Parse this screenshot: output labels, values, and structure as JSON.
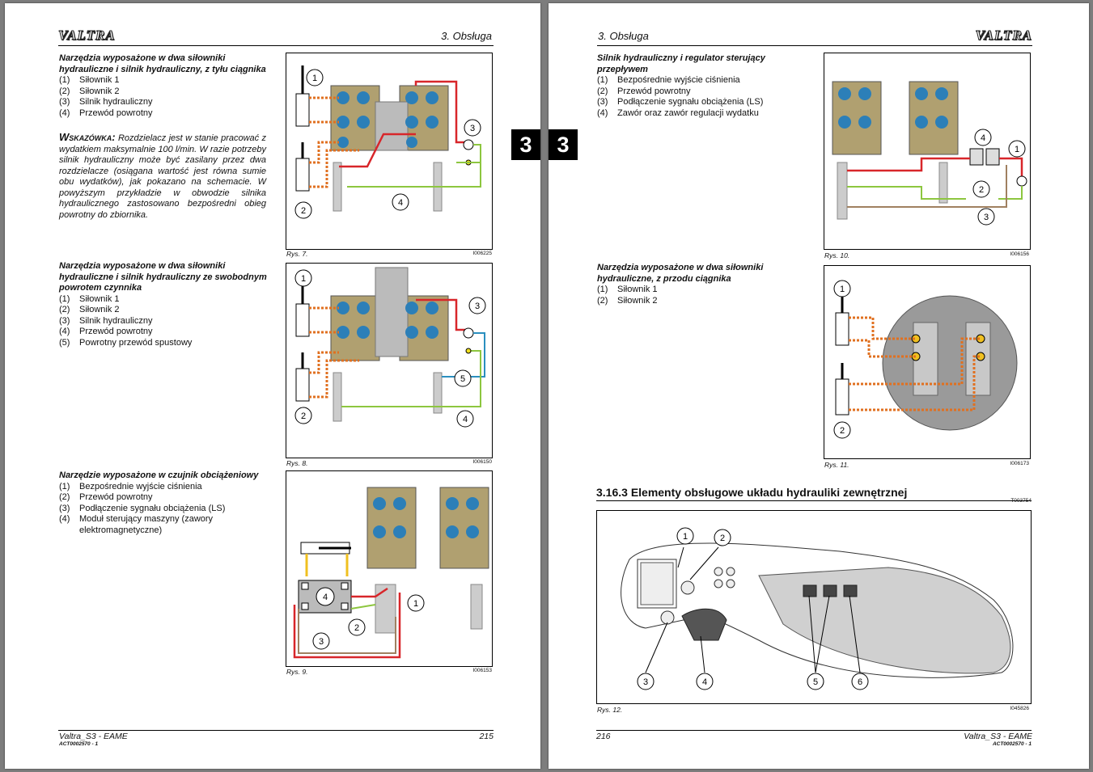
{
  "left": {
    "brand": "VALTRA",
    "chapter": "3. Obsługa",
    "tab": "3",
    "s1": {
      "title": "Narzędzia wyposażone w dwa siłowniki hydrauliczne i silnik hydrauliczny, z tyłu ciągnika",
      "items": [
        {
          "n": "(1)",
          "t": "Siłownik 1"
        },
        {
          "n": "(2)",
          "t": "Siłownik 2"
        },
        {
          "n": "(3)",
          "t": "Silnik hydrauliczny"
        },
        {
          "n": "(4)",
          "t": "Przewód powrotny"
        }
      ]
    },
    "note": {
      "label": "Wskazówka:",
      "text": "Rozdzielacz jest w stanie pracować z wydatkiem maksymalnie 100 l/min. W razie potrzeby silnik hydrauliczny może być zasilany przez dwa rozdzielacze (osiągana wartość jest równa sumie obu wydatków), jak pokazano na schemacie. W powyższym przykładzie w obwodzie silnika hydraulicznego zastosowano bezpośredni obieg powrotny do zbiornika."
    },
    "s2": {
      "title": "Narzędzia wyposażone w dwa siłowniki hydrauliczne i silnik hydrauliczny ze swobodnym powrotem czynnika",
      "items": [
        {
          "n": "(1)",
          "t": "Siłownik 1"
        },
        {
          "n": "(2)",
          "t": "Siłownik 2"
        },
        {
          "n": "(3)",
          "t": "Silnik hydrauliczny"
        },
        {
          "n": "(4)",
          "t": "Przewód powrotny"
        },
        {
          "n": "(5)",
          "t": "Powrotny przewód spustowy"
        }
      ]
    },
    "s3": {
      "title": "Narzędzie wyposażone w czujnik obciążeniowy",
      "items": [
        {
          "n": "(1)",
          "t": "Bezpośrednie wyjście ciśnienia"
        },
        {
          "n": "(2)",
          "t": "Przewód powrotny"
        },
        {
          "n": "(3)",
          "t": "Podłączenie sygnału obciążenia (LS)"
        },
        {
          "n": "(4)",
          "t": "Moduł sterujący maszyny (zawory elektromagnetyczne)"
        }
      ]
    },
    "fig7": {
      "caption": "Rys. 7.",
      "code": "I006225",
      "labels": [
        "1",
        "2",
        "3",
        "4"
      ]
    },
    "fig8": {
      "caption": "Rys. 8.",
      "code": "I006150",
      "labels": [
        "1",
        "2",
        "3",
        "4",
        "5"
      ]
    },
    "fig9": {
      "caption": "Rys. 9.",
      "code": "I006153",
      "labels": [
        "1",
        "2",
        "3",
        "4"
      ]
    },
    "footer": {
      "model": "Valtra_S3 - EAME",
      "doc": "ACT0002570 - 1",
      "page": "215"
    }
  },
  "right": {
    "brand": "VALTRA",
    "chapter": "3. Obsługa",
    "tab": "3",
    "s1": {
      "title": "Silnik hydrauliczny i regulator sterujący przepływem",
      "items": [
        {
          "n": "(1)",
          "t": "Bezpośrednie wyjście ciśnienia"
        },
        {
          "n": "(2)",
          "t": "Przewód powrotny"
        },
        {
          "n": "(3)",
          "t": "Podłączenie sygnału obciążenia (LS)"
        },
        {
          "n": "(4)",
          "t": "Zawór oraz zawór regulacji wydatku"
        }
      ]
    },
    "s2": {
      "title": "Narzędzia wyposażone w dwa siłowniki hydrauliczne, z przodu ciągnika",
      "items": [
        {
          "n": "(1)",
          "t": "Siłownik 1"
        },
        {
          "n": "(2)",
          "t": "Siłownik 2"
        }
      ]
    },
    "fig10": {
      "caption": "Rys. 10.",
      "code": "I006156",
      "labels": [
        "1",
        "2",
        "3",
        "4"
      ]
    },
    "fig11": {
      "caption": "Rys. 11.",
      "code": "I006173",
      "labels": [
        "1",
        "2"
      ]
    },
    "section": {
      "title": "3.16.3 Elementy obsługowe układu hydrauliki zewnętrznej",
      "code": "T003754"
    },
    "fig12": {
      "caption": "Rys. 12.",
      "code": "I045826",
      "labels": [
        "1",
        "2",
        "3",
        "4",
        "5",
        "6"
      ]
    },
    "footer": {
      "model": "Valtra_S3 - EAME",
      "doc": "ACT0002570 - 1",
      "page": "216"
    }
  },
  "colors": {
    "pressure": "#d8262a",
    "return": "#8dc63f",
    "drain": "#2a8fbf",
    "ls": "#a08060",
    "cylinder": "#e07020",
    "valve": "#2c7fb8"
  }
}
